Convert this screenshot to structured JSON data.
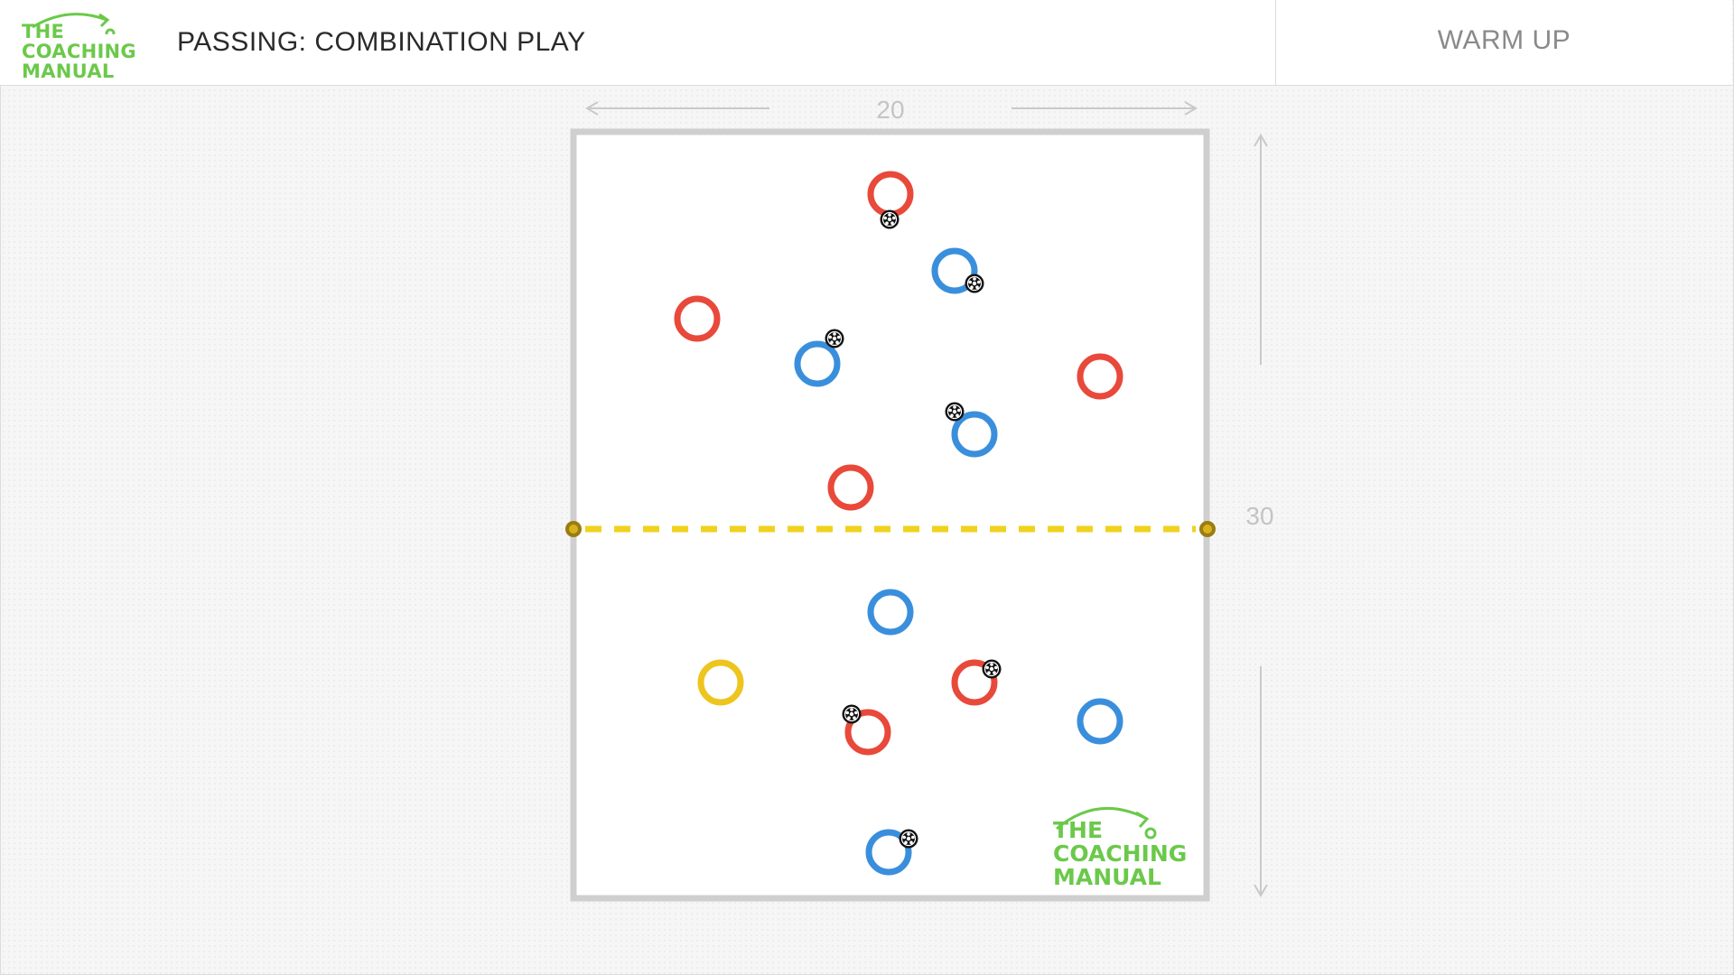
{
  "header": {
    "logo_lines": [
      "THE",
      "COACHING",
      "MANUAL"
    ],
    "title": "PASSING: COMBINATION PLAY",
    "phase": "WARM UP"
  },
  "pitch": {
    "width_label": "20",
    "length_label": "30",
    "watermark_lines": [
      "THE",
      "COACHING",
      "MANUAL"
    ]
  },
  "colors": {
    "red_team": "#e8493a",
    "blue_team": "#3a8fdc",
    "neutral": "#eec51e",
    "halfway_line": "#f0d21e",
    "pitch_border": "#cfcfcf",
    "logo_green": "#6bc94a"
  },
  "players": [
    {
      "team": "red",
      "has_ball": true
    },
    {
      "team": "blue",
      "has_ball": true
    },
    {
      "team": "red",
      "has_ball": false
    },
    {
      "team": "blue",
      "has_ball": true
    },
    {
      "team": "red",
      "has_ball": false
    },
    {
      "team": "blue",
      "has_ball": true
    },
    {
      "team": "red",
      "has_ball": false
    },
    {
      "team": "blue",
      "has_ball": false
    },
    {
      "team": "neutral",
      "has_ball": false
    },
    {
      "team": "red",
      "has_ball": true
    },
    {
      "team": "red",
      "has_ball": true
    },
    {
      "team": "blue",
      "has_ball": false
    },
    {
      "team": "blue",
      "has_ball": true
    }
  ],
  "icons": [
    "ball-icon",
    "logo-arrow-icon"
  ]
}
